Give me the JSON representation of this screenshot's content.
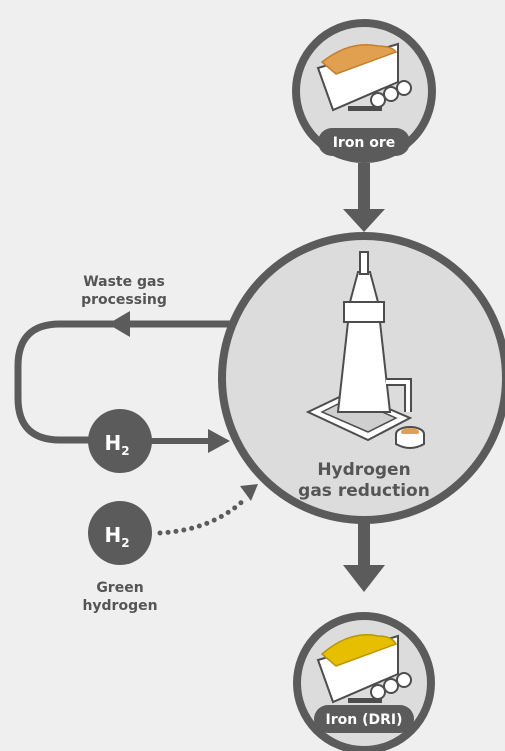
{
  "nodes": {
    "iron_ore": {
      "label": "Iron ore"
    },
    "reduction": {
      "line1": "Hydrogen",
      "line2": "gas reduction"
    },
    "iron_dri": {
      "label": "Iron (DRI)"
    },
    "recycled_h2": {
      "symbol": "H",
      "subscript": "2"
    },
    "green_h2": {
      "symbol": "H",
      "subscript": "2",
      "line1": "Green",
      "line2": "hydrogen"
    }
  },
  "loop": {
    "line1": "Waste gas",
    "line2": "processing"
  },
  "colors": {
    "background": "#efefef",
    "ring": "#5b5b5b",
    "ring_fill": "#dcdcdc",
    "arrow": "#5b5b5b",
    "label": "#555555",
    "ore": "#e0a050",
    "dri": "#e6c000"
  }
}
